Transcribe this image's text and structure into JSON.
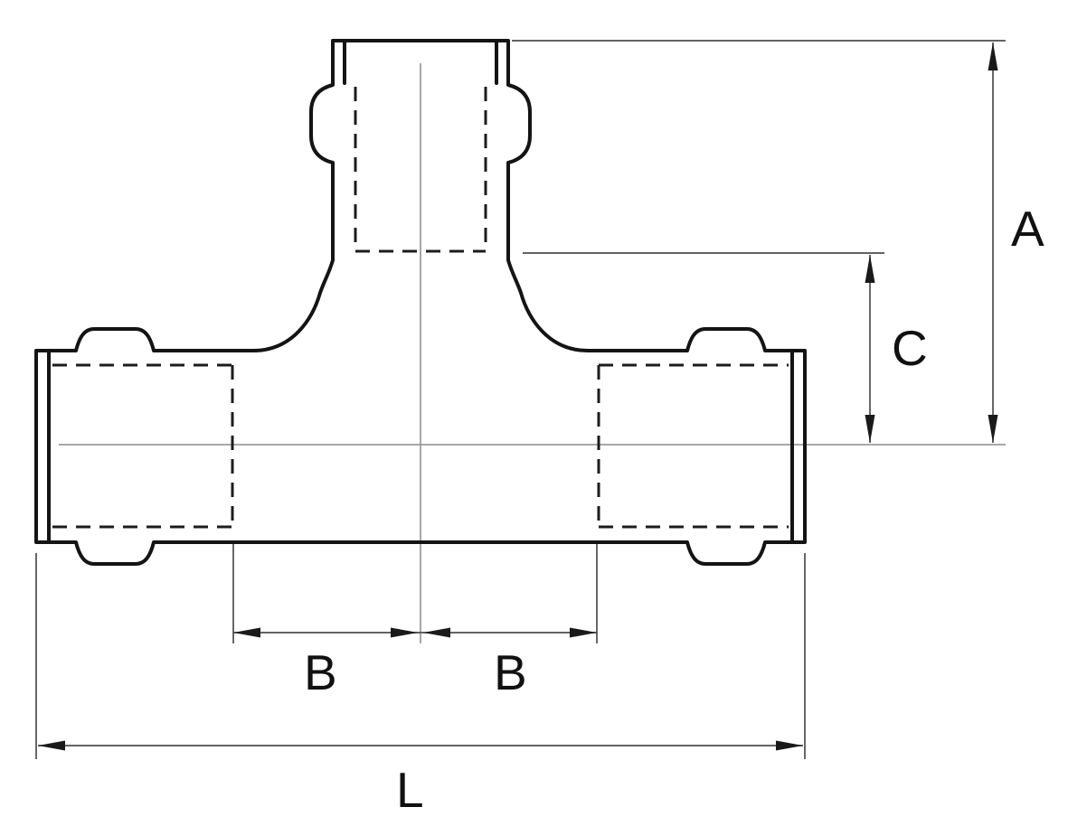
{
  "drawing": {
    "labels": {
      "dim_a": "A",
      "dim_c": "C",
      "dim_b_left": "B",
      "dim_b_right": "B",
      "dim_l": "L"
    },
    "colors": {
      "background": "#ffffff",
      "outline": "#141414",
      "hidden_line": "#1c1c1c",
      "dimension_line": "#4d4d4d",
      "centerline": "#8c8c8c",
      "label_text": "#111111"
    }
  }
}
